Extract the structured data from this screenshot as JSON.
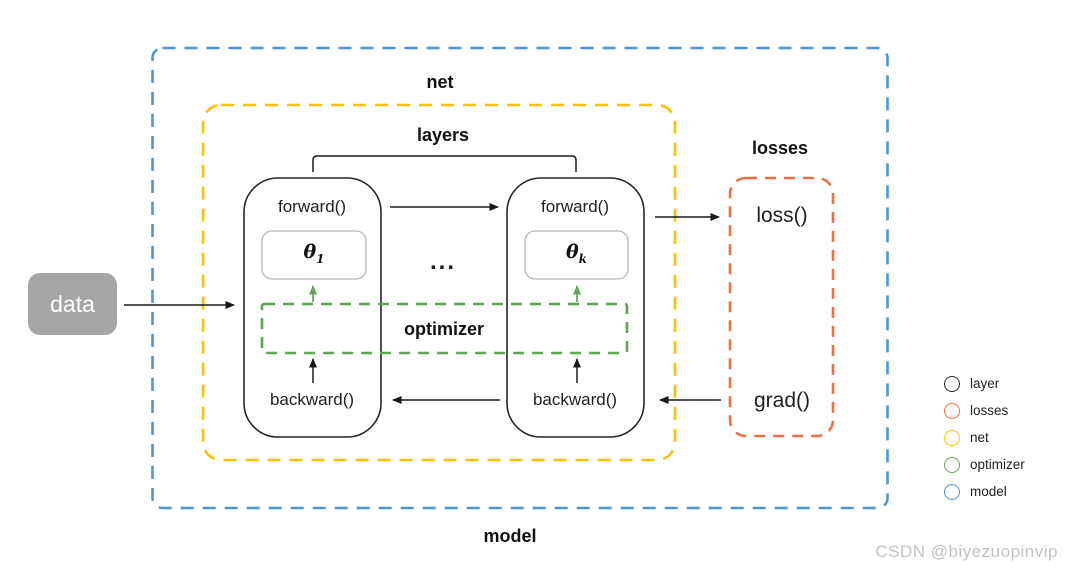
{
  "labels": {
    "model": "model",
    "net": "net",
    "layers": "layers",
    "losses_title": "losses",
    "optimizer": "optimizer",
    "data": "data",
    "ellipsis": "...",
    "forward1": "forward()",
    "forward2": "forward()",
    "backward1": "backward()",
    "backward2": "backward()",
    "theta_symbol": "θ",
    "theta1_sub": "1",
    "thetak_sub": "k",
    "loss_fn": "loss()",
    "grad_fn": "grad()"
  },
  "legend": {
    "items": [
      {
        "label": "layer",
        "color": "#262626"
      },
      {
        "label": "losses",
        "color": "#ED6F42"
      },
      {
        "label": "net",
        "color": "#FFC000"
      },
      {
        "label": "optimizer",
        "color": "#5EA654"
      },
      {
        "label": "model",
        "color": "#4D96D2"
      }
    ]
  },
  "watermark": "CSDN @biyezuopinvip",
  "colors": {
    "model_border": "#4D96D2",
    "net_border": "#FFC000",
    "losses_border": "#ED6F42",
    "optimizer_border": "#5EA654",
    "layer_border": "#262626",
    "param_border": "#B5B5B5",
    "data_fill": "#A6A6A6",
    "arrow": "#1a1a1a",
    "green_arrow": "#5EA654"
  }
}
